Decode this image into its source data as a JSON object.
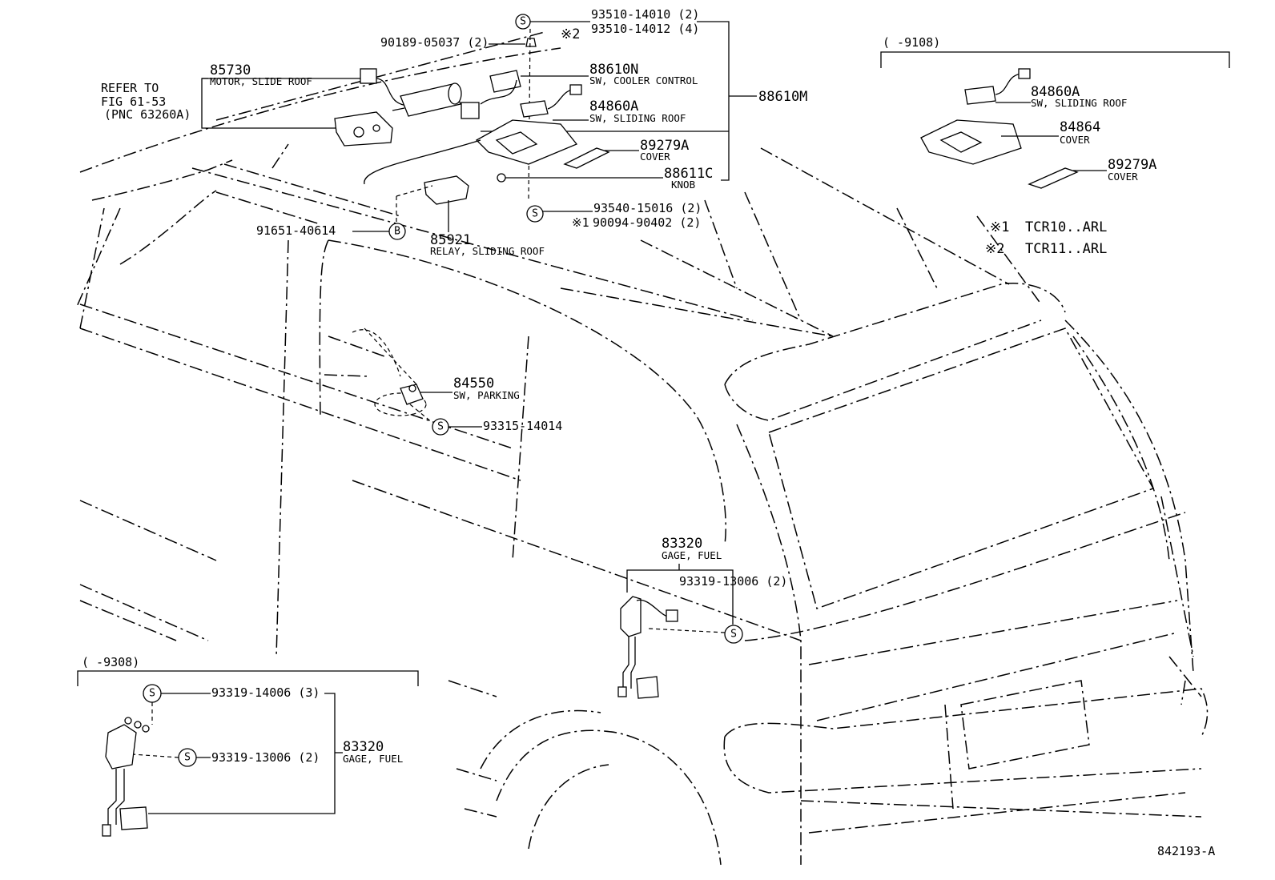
{
  "refer": {
    "line1": "REFER TO",
    "line2": "FIG 61-53",
    "line3": "(PNC 63260A)"
  },
  "parts": {
    "motor_slide_roof": {
      "number": "85730",
      "name": "MOTOR, SLIDE ROOF"
    },
    "sw_cooler_control": {
      "number": "88610N",
      "name": "SW, COOLER CONTROL"
    },
    "sw_sliding_roof": {
      "number": "84860A",
      "name": "SW, SLIDING ROOF"
    },
    "cover_89279a": {
      "number": "89279A",
      "name": "COVER"
    },
    "knob": {
      "number": "88611C",
      "name": "KNOB"
    },
    "assembly": {
      "number": "88610M"
    },
    "relay_sliding_roof": {
      "number": "85921",
      "name": "RELAY, SLIDING ROOF"
    },
    "sw_parking": {
      "number": "84550",
      "name": "SW, PARKING"
    },
    "gage_fuel": {
      "number": "83320",
      "name": "GAGE, FUEL"
    },
    "screw_93510_14010": {
      "number": "93510-14010 (2)"
    },
    "screw_93510_14012": {
      "number": "93510-14012 (4)",
      "mark": "※2"
    },
    "clip_90189": {
      "number": "90189-05037 (2)"
    },
    "screw_93540": {
      "number": "93540-15016 (2)"
    },
    "screw_90094": {
      "number": "90094-90402 (2)",
      "mark": "※1"
    },
    "bolt_91651": {
      "number": "91651-40614"
    },
    "screw_93315": {
      "number": "93315-14014"
    },
    "screw_93319_13006": {
      "number": "93319-13006 (2)"
    }
  },
  "inset_top_right": {
    "range": "(      -9108)",
    "sw_sliding_roof": {
      "number": "84860A",
      "name": "SW, SLIDING ROOF"
    },
    "cover_84864": {
      "number": "84864",
      "name": "COVER"
    },
    "cover_89279a": {
      "number": "89279A",
      "name": "COVER"
    }
  },
  "inset_bottom_left": {
    "range": "(      -9308)",
    "screw_93319_14006": {
      "number": "93319-14006 (3)"
    },
    "screw_93319_13006": {
      "number": "93319-13006 (2)"
    },
    "gage_fuel": {
      "number": "83320",
      "name": "GAGE, FUEL"
    }
  },
  "legend": [
    {
      "mark": "※1",
      "model": "TCR10..ARL"
    },
    {
      "mark": "※2",
      "model": "TCR11..ARL"
    }
  ],
  "callouts": {
    "s": "S",
    "b": "B"
  },
  "diagram_id": "842193-A"
}
